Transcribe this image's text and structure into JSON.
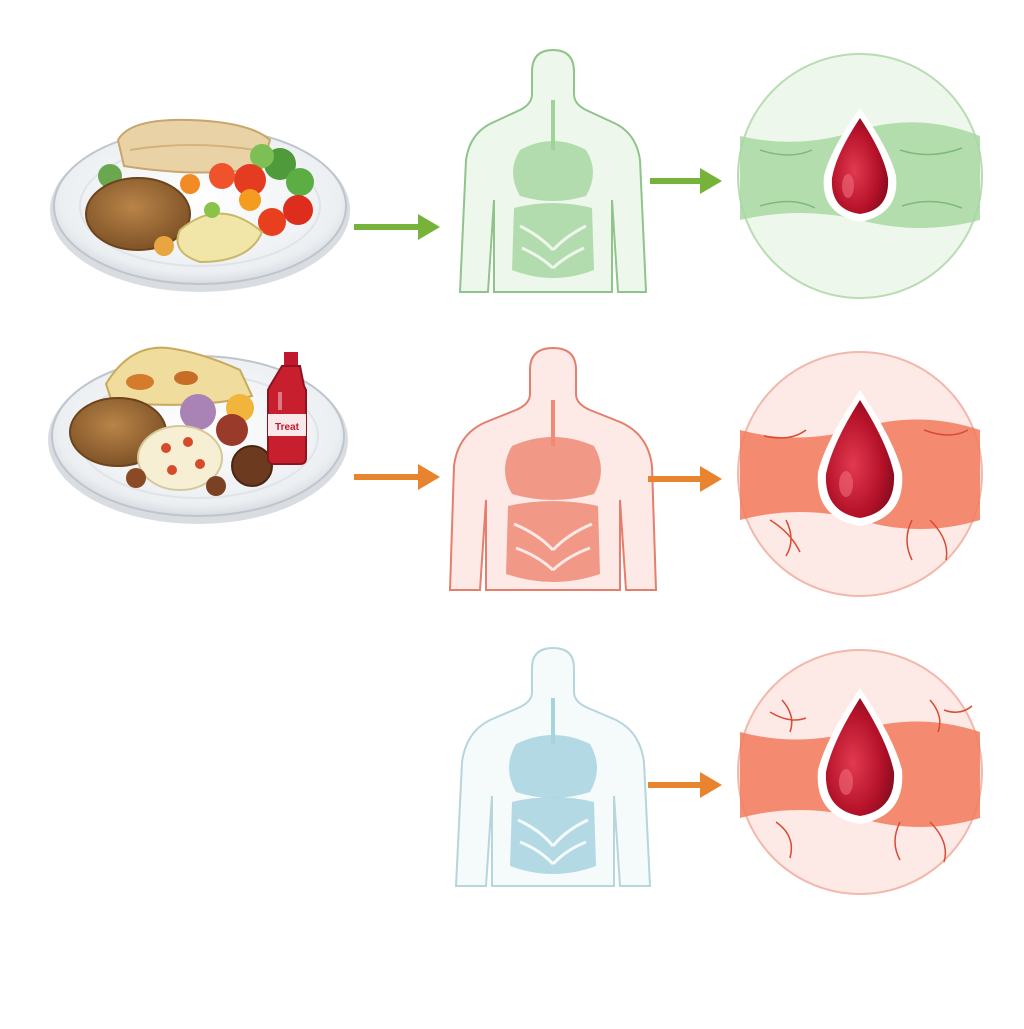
{
  "diagram": {
    "rows": [
      {
        "id": "healthy",
        "plate": "healthy-plate",
        "body_color": "#9fd39a",
        "body_outline": "#8fc48b",
        "arrow1_color": "#77b33a",
        "arrow2_color": "#77b33a",
        "vessel_color": "#a8d8a2",
        "circle_bg": "#eef7ec",
        "circle_border": "#b9ddb3",
        "has_plate": true,
        "has_arrow1": true
      },
      {
        "id": "unhealthy",
        "plate": "junk-food-plate",
        "body_color": "#f08a76",
        "body_outline": "#e57e6c",
        "arrow1_color": "#e8832e",
        "arrow2_color": "#e8832e",
        "vessel_color": "#f27a5c",
        "circle_bg": "#fdeae6",
        "circle_border": "#f2b8ab",
        "has_plate": true,
        "has_arrow1": true
      },
      {
        "id": "outcome",
        "plate": "",
        "body_color": "#a7d3df",
        "body_outline": "#b6d5dc",
        "arrow1_color": "",
        "arrow2_color": "#e8832e",
        "vessel_color": "#f27a5c",
        "circle_bg": "#fdeae6",
        "circle_border": "#f2b8ab",
        "has_plate": false,
        "has_arrow1": false
      }
    ],
    "drop_color": "#c0182e",
    "bottle_label": "Treat"
  }
}
